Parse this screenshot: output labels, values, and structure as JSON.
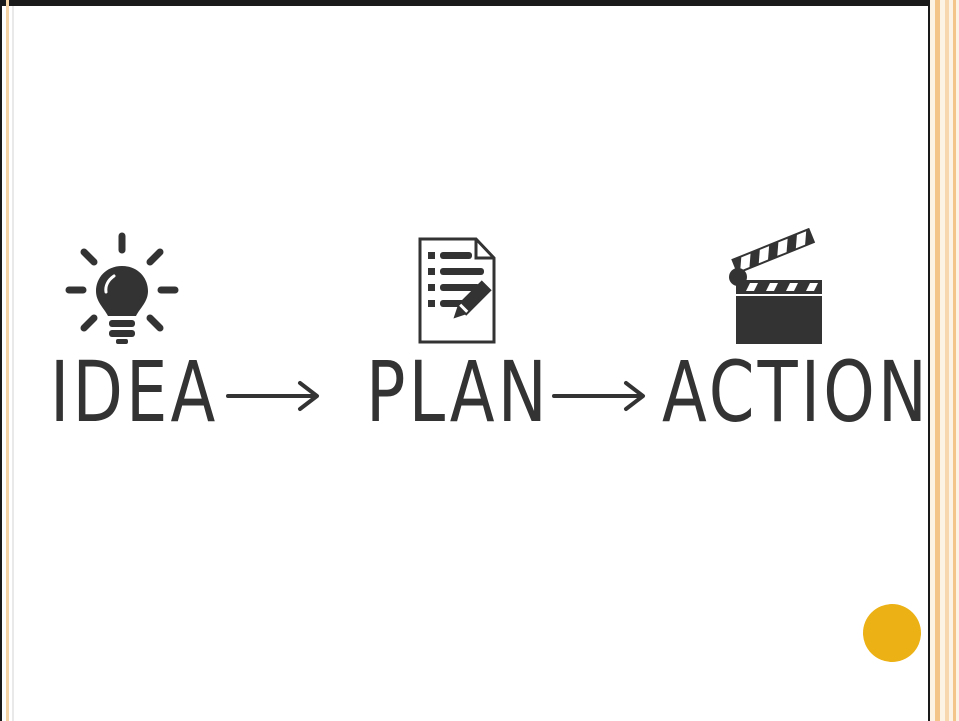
{
  "diagram": {
    "steps": [
      {
        "label": "IDEA",
        "icon": "lightbulb-icon"
      },
      {
        "label": "PLAN",
        "icon": "checklist-icon"
      },
      {
        "label": "ACTION",
        "icon": "clapperboard-icon"
      }
    ],
    "arrow_glyph": "→"
  },
  "colors": {
    "text": "#333333",
    "accent": "#ecb114",
    "frame_stripe": "#f4c589"
  }
}
